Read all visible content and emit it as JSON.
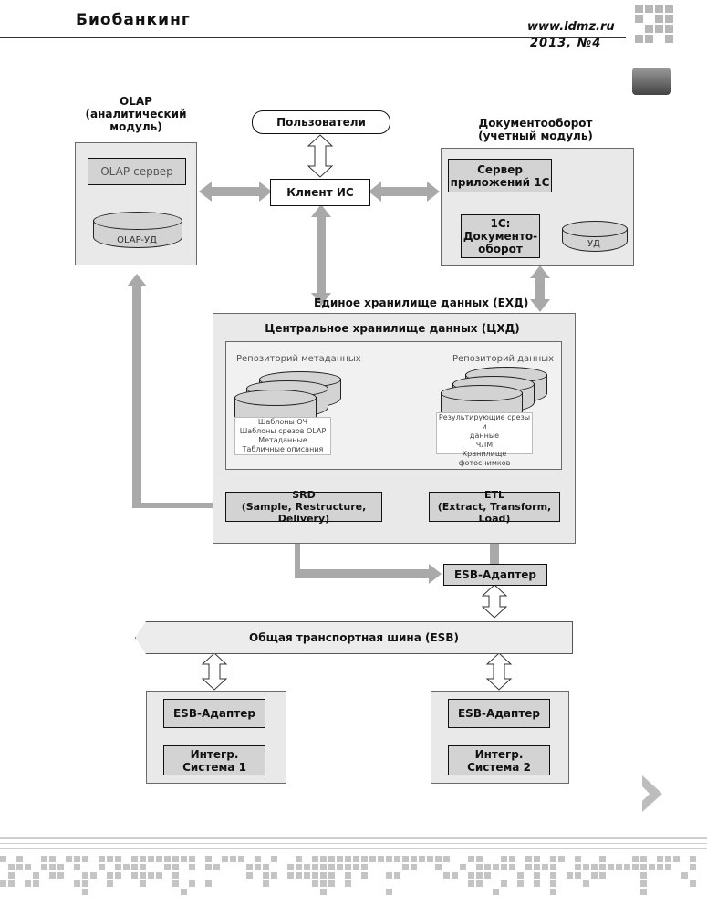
{
  "header": {
    "title": "Биобанкинг",
    "url": "www.ldmz.ru",
    "issue": "2013, №4"
  },
  "diagram": {
    "users": "Пользователи",
    "client": "Клиент ИС",
    "olap_title": [
      "OLAP",
      "(аналитический",
      "модуль)"
    ],
    "olap_server": "OLAP-сервер",
    "olap_db": "OLAP-УД",
    "doc_title": [
      "Документооборот",
      "(учетный модуль)"
    ],
    "server1c": [
      "Сервер",
      "приложений 1С"
    ],
    "doc1c": [
      "1С:",
      "Документо-",
      "оборот"
    ],
    "ud": "УД",
    "exd": "Единое хранилище данных (ЕХД)",
    "cxd": "Центральное хранилище данных (ЦХД)",
    "meta_repo": "Репозиторий метаданных",
    "data_repo": "Репозиторий данных",
    "meta_notes": [
      "Шаблоны ОЧ",
      "Шаблоны срезов OLAP",
      "Метаданные",
      "Табличные описания"
    ],
    "data_notes": [
      "Результирующие срезы и",
      "данные",
      "ЧЛМ",
      "Хранилище фотоснимков"
    ],
    "srd": [
      "SRD",
      "(Sample, Restructure, Delivery)"
    ],
    "etl": [
      "ETL",
      "(Extract, Transform, Load)"
    ],
    "esb_adapter": "ESB-Адаптер",
    "bus": "Общая транспортная шина (ESB)",
    "sys1": [
      "Интегр.",
      "Система 1"
    ],
    "sys2": [
      "Интегр.",
      "Система 2"
    ]
  },
  "colors": {
    "arrow": "#a9a9a9",
    "box": "#e9e9e9",
    "inner": "#d3d3d3"
  }
}
